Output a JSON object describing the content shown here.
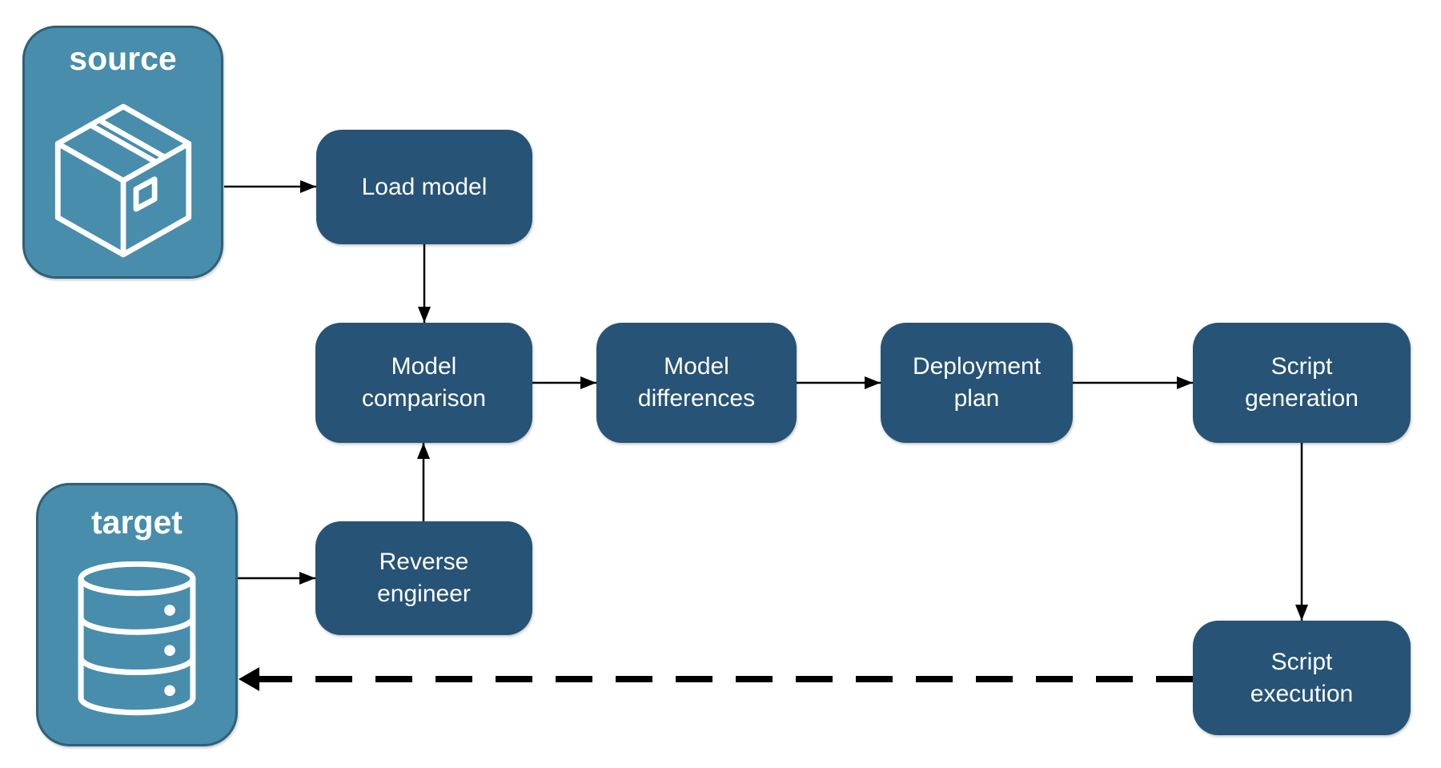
{
  "colors": {
    "background": "#FFFFFF",
    "entity_fill": "#488DAC",
    "entity_border": "#2F6078",
    "process_fill": "#265376",
    "label_text": "#FFFFFF",
    "arrow": "#000000"
  },
  "nodes": {
    "source": {
      "label": "source",
      "icon": "package-icon"
    },
    "target": {
      "label": "target",
      "icon": "database-icon"
    },
    "load_model": {
      "label": "Load model"
    },
    "model_comparison": {
      "label": "Model\ncomparison"
    },
    "model_differences": {
      "label": "Model\ndifferences"
    },
    "deployment_plan": {
      "label": "Deployment\nplan"
    },
    "script_generation": {
      "label": "Script\ngeneration"
    },
    "reverse_engineer": {
      "label": "Reverse\nengineer"
    },
    "script_execution": {
      "label": "Script\nexecution"
    }
  },
  "edges": [
    {
      "from": "source",
      "to": "load_model",
      "style": "solid"
    },
    {
      "from": "load_model",
      "to": "model_comparison",
      "style": "solid"
    },
    {
      "from": "model_comparison",
      "to": "model_differences",
      "style": "solid"
    },
    {
      "from": "model_differences",
      "to": "deployment_plan",
      "style": "solid"
    },
    {
      "from": "deployment_plan",
      "to": "script_generation",
      "style": "solid"
    },
    {
      "from": "script_generation",
      "to": "script_execution",
      "style": "solid"
    },
    {
      "from": "target",
      "to": "reverse_engineer",
      "style": "solid"
    },
    {
      "from": "reverse_engineer",
      "to": "model_comparison",
      "style": "solid"
    },
    {
      "from": "script_execution",
      "to": "target",
      "style": "dashed"
    }
  ]
}
